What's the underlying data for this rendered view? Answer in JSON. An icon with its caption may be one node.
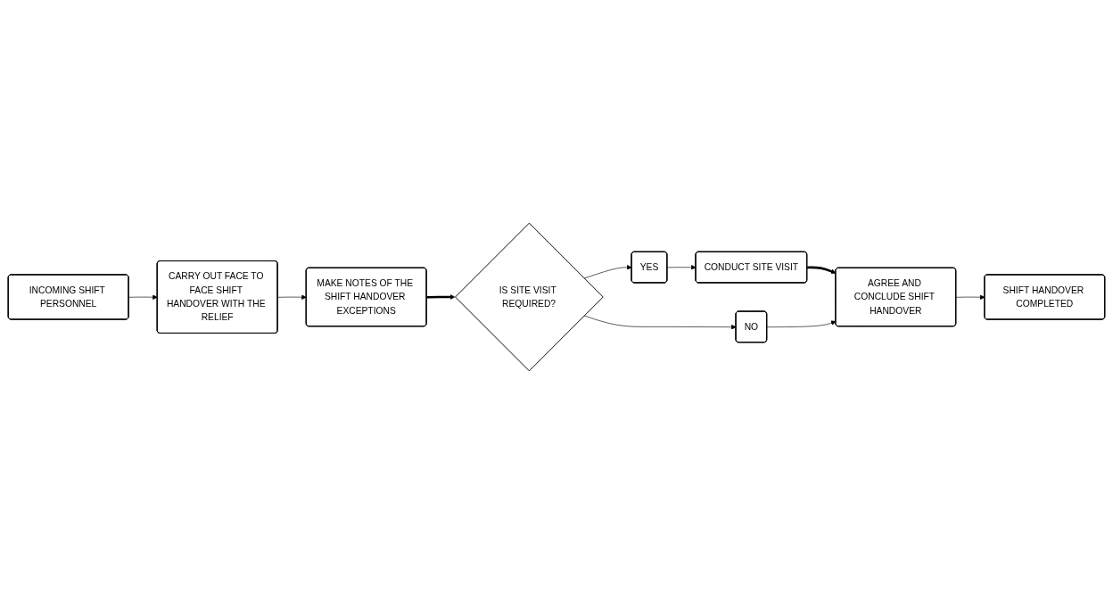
{
  "diagram": {
    "nodes": [
      {
        "text": [
          "INCOMING SHIFT PERSONNEL"
        ]
      },
      {
        "text": [
          "CARRY OUT FACE TO FACE SHIFT HANDOVER WITH THE RELIEF"
        ]
      },
      {
        "text": [
          "MAKE NOTES OF THE SHIFT HANDOVER EXCEPTIONS"
        ]
      },
      {
        "text": [
          "IS SITE VISIT REQUIRED?"
        ]
      },
      {
        "text": [
          "YES"
        ]
      },
      {
        "text": [
          "CONDUCT SITE VISIT"
        ]
      },
      {
        "text": [
          "NO"
        ]
      },
      {
        "text": [
          "AGREE AND CONCLUDE SHIFT HANDOVER"
        ]
      },
      {
        "text": [
          "SHIFT HANDOVER COMPLETED"
        ]
      }
    ],
    "edges": [
      {
        "from": 0,
        "to": 1,
        "arrow": "to"
      },
      {
        "from": 1,
        "to": 2,
        "arrow": "to"
      },
      {
        "from": 2,
        "to": 3,
        "arrow": "to",
        "style": "thick"
      },
      {
        "from": 3,
        "to": 4,
        "arrow": "to"
      },
      {
        "from": 4,
        "to": 5,
        "arrow": "to"
      },
      {
        "from": 5,
        "to": 7,
        "arrow": "to",
        "style": "thick"
      },
      {
        "from": 3,
        "to": 6,
        "arrow": "to"
      },
      {
        "from": 6,
        "to": 7,
        "arrow": "to"
      },
      {
        "from": 7,
        "to": 8,
        "arrow": "to"
      }
    ]
  }
}
